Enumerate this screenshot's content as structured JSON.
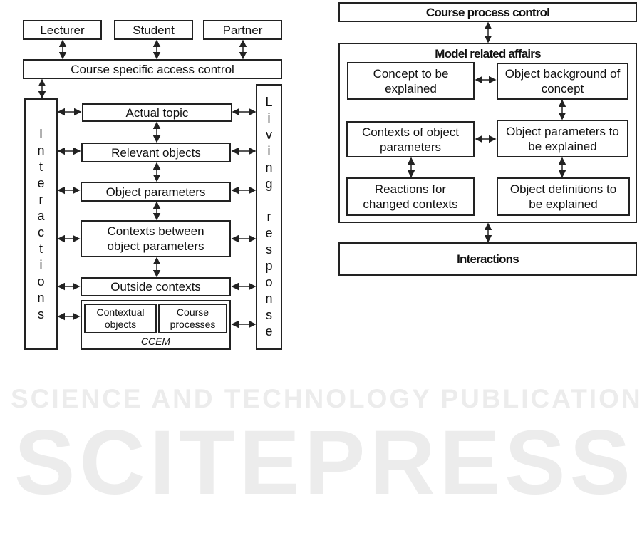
{
  "watermark": {
    "main": "SCITEPRESS",
    "sub": "SCIENCE AND TECHNOLOGY PUBLICATIONS"
  },
  "left": {
    "roles": [
      "Lecturer",
      "Student",
      "Partner"
    ],
    "access_control": "Course specific access control",
    "interactions": "Interactions",
    "living_response": "Living response",
    "layers": [
      "Actual topic",
      "Relevant objects",
      "Object parameters",
      "Contexts between object parameters",
      "Outside contexts"
    ],
    "ccem": {
      "label": "CCEM",
      "contextual_objects": "Contextual objects",
      "course_processes": "Course processes"
    }
  },
  "right": {
    "course_process_control": "Course process control",
    "model_related_affairs": "Model related affairs",
    "concept": "Concept to be explained",
    "object_background": "Object background of concept",
    "contexts_params": "Contexts of object parameters",
    "object_params": "Object parameters to be explained",
    "reactions": "Reactions for changed contexts",
    "object_definitions": "Object definitions to be explained",
    "interactions": "Interactions"
  }
}
